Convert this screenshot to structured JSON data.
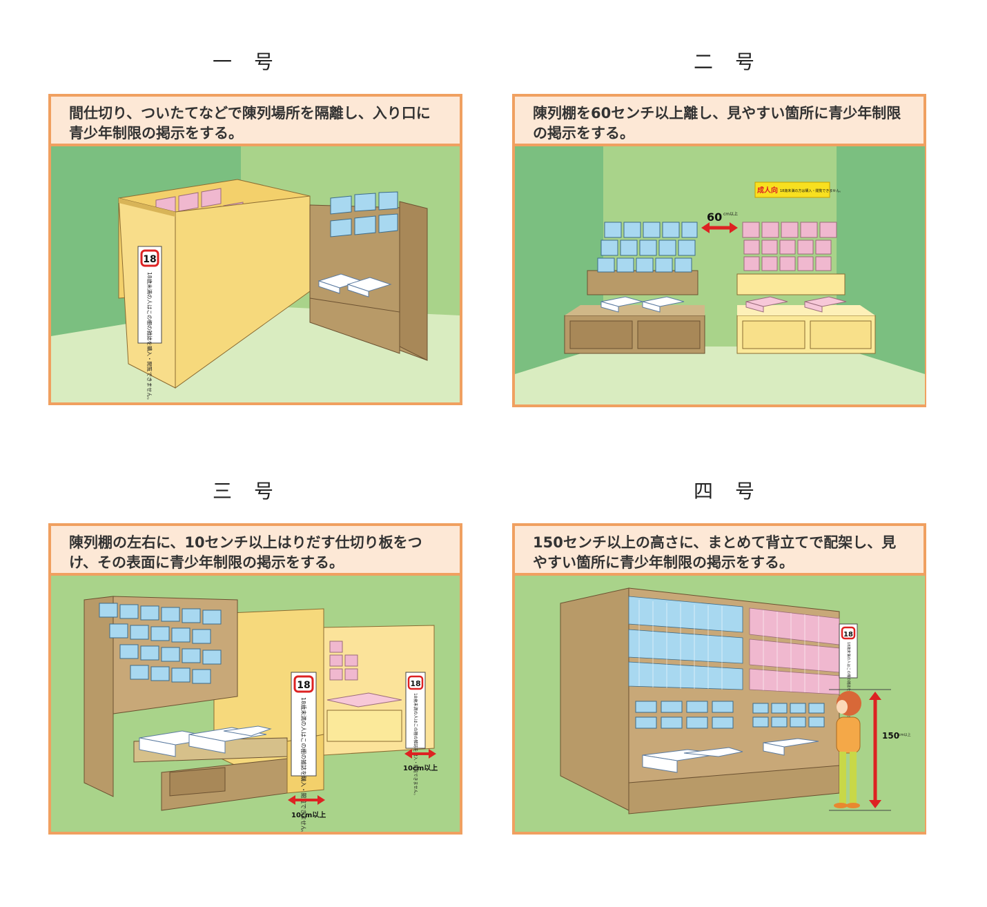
{
  "panels": [
    {
      "title": "一　号",
      "caption": "間仕切り、ついたてなどで陳列場所を隔離し、入り口に青少年制限の掲示をする。",
      "sign": {
        "badge": "18",
        "text": "18歳未満の人はこの棚の雑誌を購入・閲覧できません。"
      }
    },
    {
      "title": "二　号",
      "caption": "陳列棚を60センチ以上離し、見やすい箇所に青少年制限の掲示をする。",
      "distance": {
        "value": "60",
        "unit": "cm以上"
      },
      "banner": {
        "label": "成人向",
        "text": "18歳未満の方は購入・閲覧できません。"
      }
    },
    {
      "title": "三　号",
      "caption": "陳列棚の左右に、10センチ以上はりだす仕切り板をつけ、その表面に青少年制限の掲示をする。",
      "sign": {
        "badge": "18",
        "text": "18歳未満の人はこの棚の雑誌を購入・閲覧できません。"
      },
      "measure_left": "10cm以上",
      "measure_right": "10cm以上"
    },
    {
      "title": "四　号",
      "caption": "150センチ以上の高さに、まとめて背立てで配架し、見やすい箇所に青少年制限の掲示をする。",
      "sign": {
        "badge": "18",
        "text": "18歳未満の人はこの棚の雑誌を購入・閲覧できません。"
      },
      "height": {
        "value": "150",
        "unit": "cm以上"
      }
    }
  ]
}
